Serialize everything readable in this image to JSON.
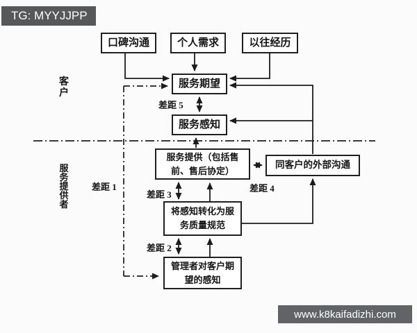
{
  "overlays": {
    "top_badge": "TG: MYYJJPP",
    "watermark": "www.k8kaifadizhi.com"
  },
  "colors": {
    "page_bg": "#fbfbfb",
    "line": "#1c1c1c",
    "box_border": "#1f1f1f",
    "box_bg": "#ffffff",
    "badge_bg": "#57585a",
    "watermark_bg": "#616366",
    "text": "#141414"
  },
  "zones": {
    "customer_label": "客户",
    "provider_label": "服务提供者"
  },
  "boxes": {
    "word_of_mouth": "口碑沟通",
    "personal_needs": "个人需求",
    "past_experience": "以往经历",
    "expected_service": "服务期望",
    "perceived_service": "服务感知",
    "service_delivery": "服务提供（包括售\n前、售后协定）",
    "external_communication": "同客户的外部沟通",
    "quality_specs": "将感知转化为服\n务质量规范",
    "management_perception": "管理者对客户期\n望的感知"
  },
  "gaps": {
    "gap1": "差距 1",
    "gap2": "差距 2",
    "gap3": "差距 3",
    "gap4": "差距 4",
    "gap5": "差距 5"
  }
}
